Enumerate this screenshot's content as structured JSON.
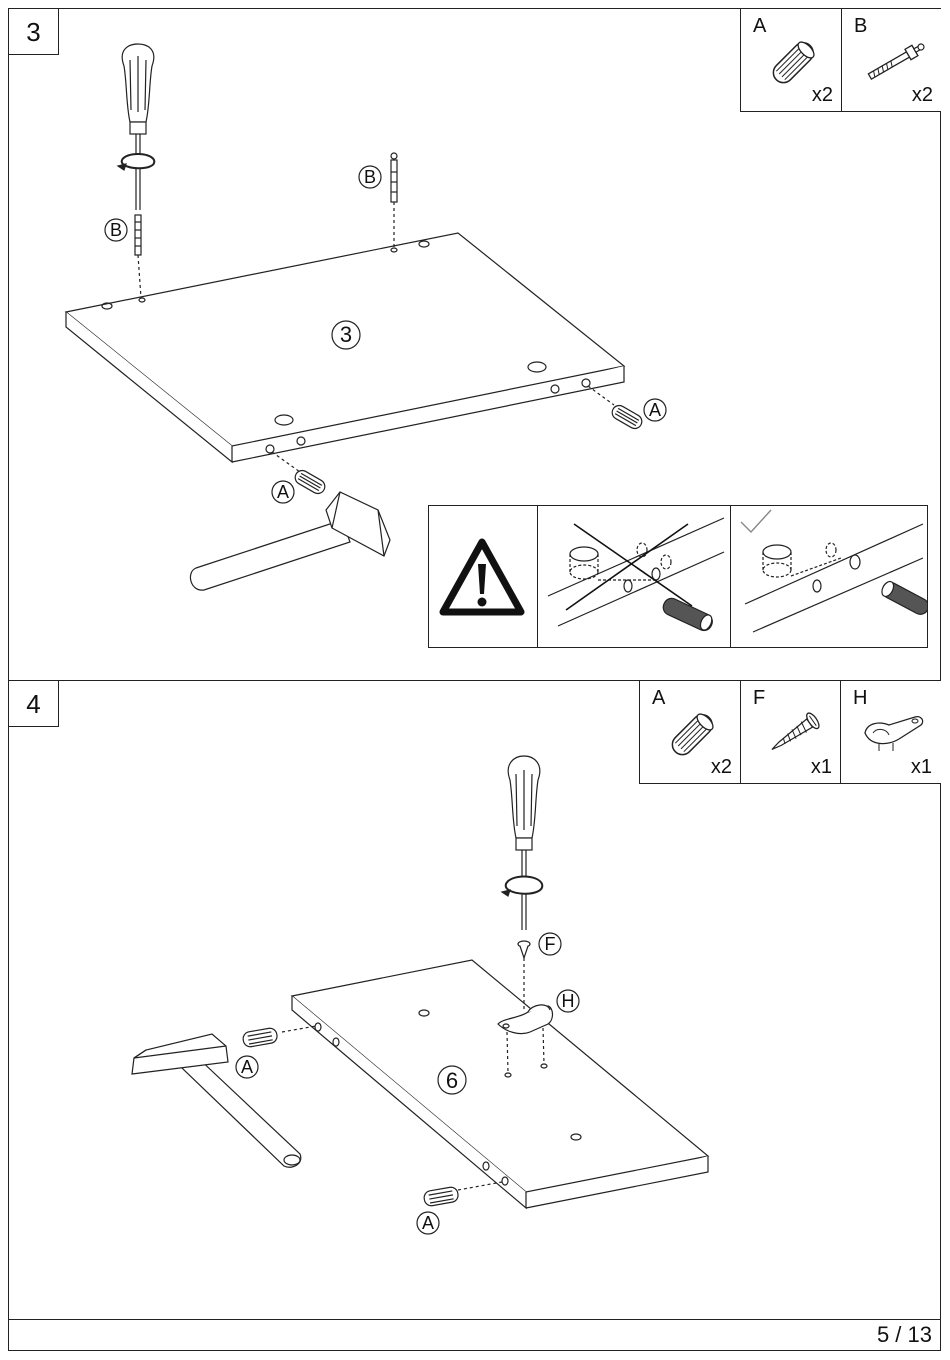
{
  "steps": [
    {
      "number": "3",
      "panel_label": "3",
      "callouts": [
        "B",
        "B",
        "A",
        "A"
      ],
      "parts": [
        {
          "letter": "A",
          "qty": "x2",
          "icon": "wooden-dowel-icon"
        },
        {
          "letter": "B",
          "qty": "x2",
          "icon": "cam-bolt-icon"
        }
      ],
      "warning": {
        "icon": "warning-triangle-icon",
        "wrong_icon": "cross-mark-icon",
        "correct_icon": "check-mark-icon"
      }
    },
    {
      "number": "4",
      "panel_label": "6",
      "callouts": [
        "F",
        "H",
        "A",
        "A"
      ],
      "parts": [
        {
          "letter": "A",
          "qty": "x2",
          "icon": "wooden-dowel-icon"
        },
        {
          "letter": "F",
          "qty": "x1",
          "icon": "screw-icon"
        },
        {
          "letter": "H",
          "qty": "x1",
          "icon": "bracket-icon"
        }
      ]
    }
  ],
  "footer": {
    "page_number": "5 / 13"
  },
  "colors": {
    "line": "#222222",
    "background": "#ffffff"
  }
}
